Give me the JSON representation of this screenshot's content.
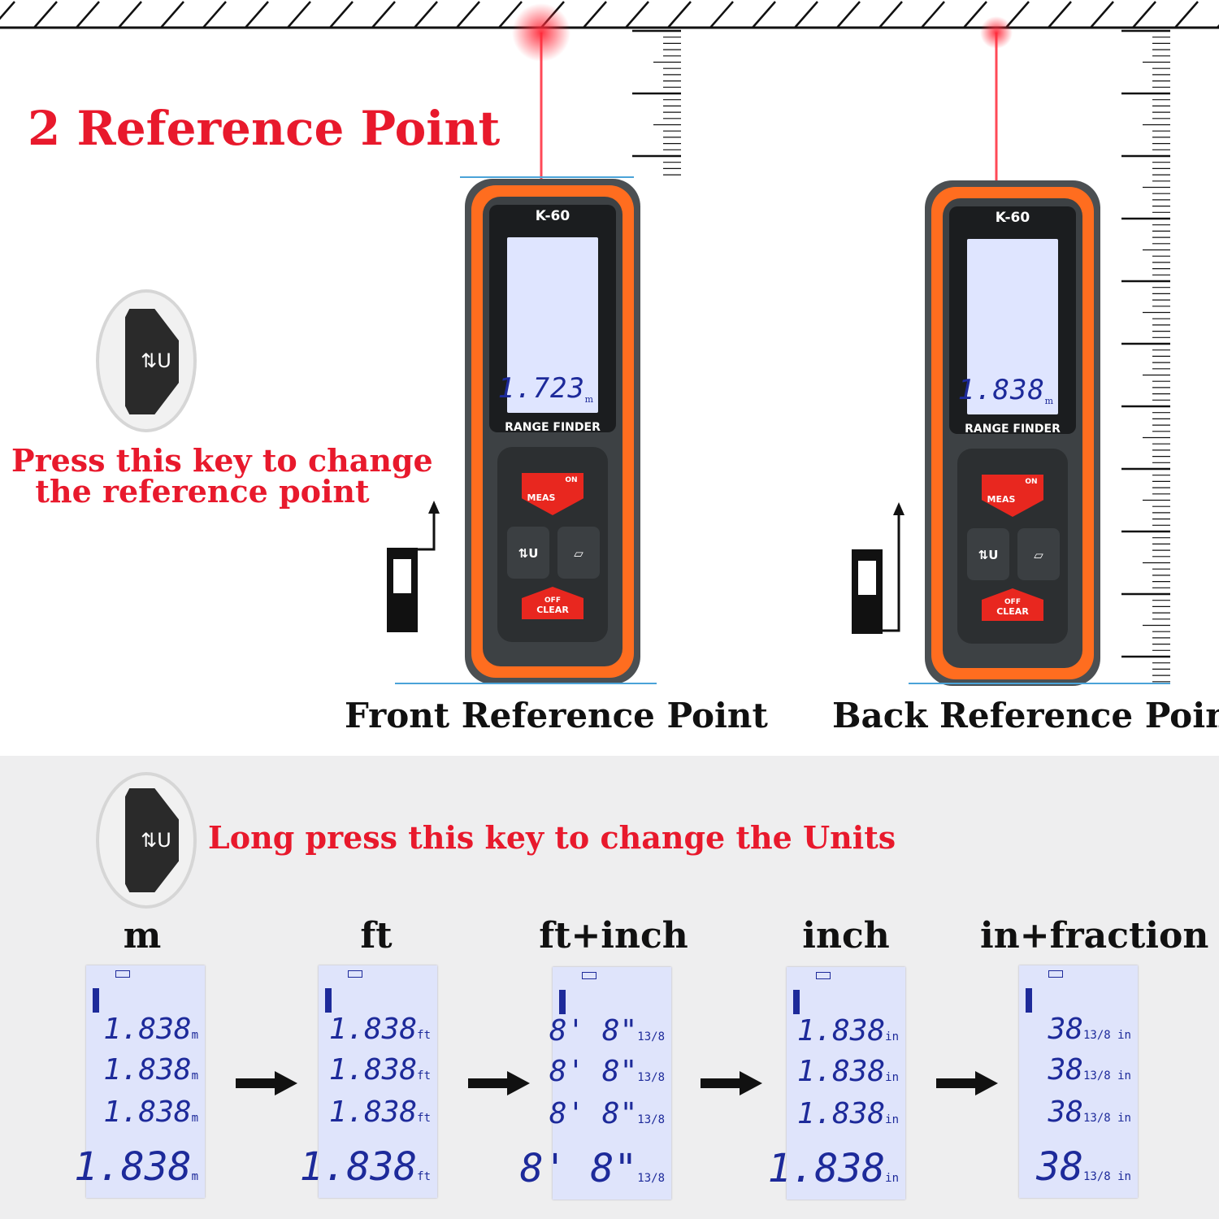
{
  "title": "2 Reference Point",
  "reference_note": [
    "Press this key to change",
    "the reference point"
  ],
  "key_symbol": "⇅U",
  "captions": {
    "front": "Front Reference Point",
    "back": "Back Reference Point"
  },
  "devices": [
    {
      "model": "K-60",
      "reading": "1.723",
      "unit": "m",
      "label": "RANGE FINDER",
      "meas": "MEAS",
      "on": "ON",
      "off": "OFF",
      "clear": "CLEAR"
    },
    {
      "model": "K-60",
      "reading": "1.838",
      "unit": "m",
      "label": "RANGE FINDER",
      "meas": "MEAS",
      "on": "ON",
      "off": "OFF",
      "clear": "CLEAR"
    }
  ],
  "units_note": "Long press this key to change the Units",
  "unit_panels": [
    {
      "label": "m",
      "rows": [
        [
          "1.838",
          "m"
        ],
        [
          "1.838",
          "m"
        ],
        [
          "1.838",
          "m"
        ],
        [
          "1.838",
          "m"
        ]
      ]
    },
    {
      "label": "ft",
      "rows": [
        [
          "1.838",
          "ft"
        ],
        [
          "1.838",
          "ft"
        ],
        [
          "1.838",
          "ft"
        ],
        [
          "1.838",
          "ft"
        ]
      ]
    },
    {
      "label": "ft+inch",
      "rows": [
        [
          "8' 8\"",
          "13/8"
        ],
        [
          "8' 8\"",
          "13/8"
        ],
        [
          "8' 8\"",
          "13/8"
        ],
        [
          "8' 8\"",
          "13/8"
        ]
      ]
    },
    {
      "label": "inch",
      "rows": [
        [
          "1.838",
          "in"
        ],
        [
          "1.838",
          "in"
        ],
        [
          "1.838",
          "in"
        ],
        [
          "1.838",
          "in"
        ]
      ]
    },
    {
      "label": "in+fraction",
      "rows": [
        [
          "38",
          "13/8 in"
        ],
        [
          "38",
          "13/8 in"
        ],
        [
          "38",
          "13/8 in"
        ],
        [
          "38",
          "13/8 in"
        ]
      ]
    }
  ],
  "colors": {
    "accent_red": "#e8192c",
    "device_orange": "#ff6d1f",
    "lcd_blue": "#1d2a9a",
    "lcd_bg": "#dfe4fb",
    "laser": "#ff2a3a"
  }
}
